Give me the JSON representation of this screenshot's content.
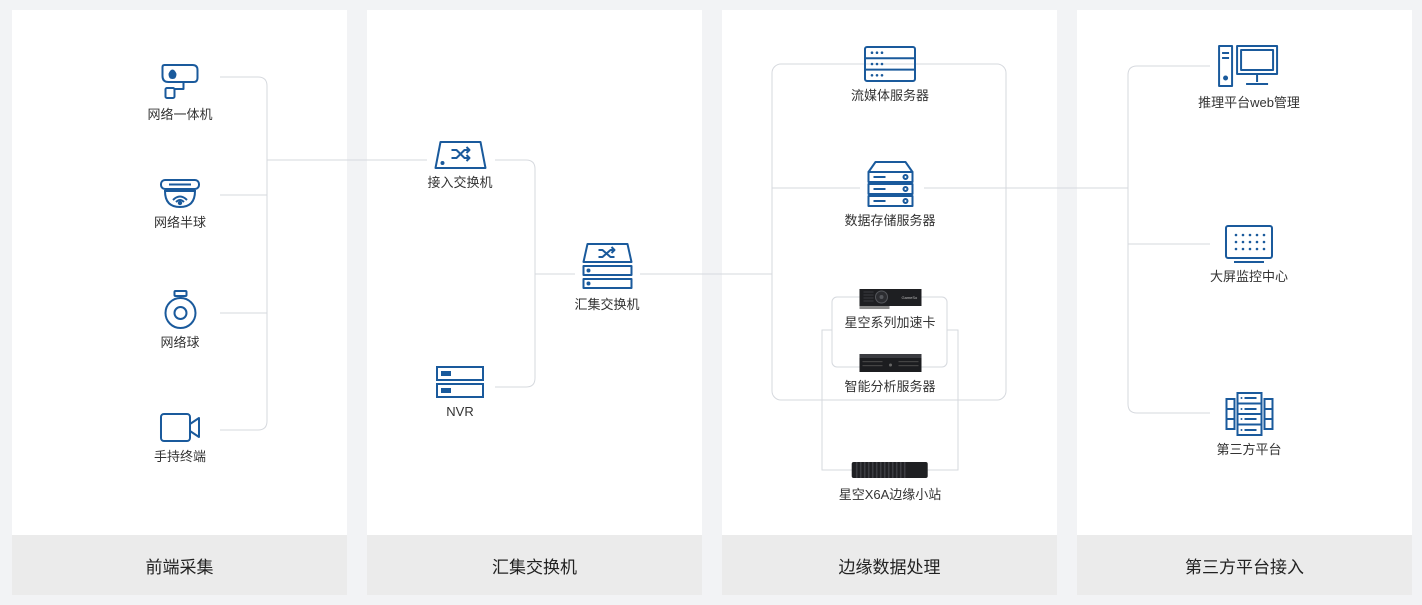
{
  "columns": [
    {
      "title": "前端采集"
    },
    {
      "title": "汇集交换机"
    },
    {
      "title": "边缘数据处理"
    },
    {
      "title": "第三方平台接入"
    }
  ],
  "front": {
    "bullet_camera": "网络一体机",
    "dome_camera": "网络半球",
    "ball_camera": "网络球",
    "handheld": "手持终端"
  },
  "switch": {
    "access_switch": "接入交换机",
    "nvr": "NVR",
    "aggregation_switch": "汇集交换机"
  },
  "edge": {
    "media_server": "流媒体服务器",
    "storage_server": "数据存储服务器",
    "accel_card": "星空系列加速卡",
    "analysis_server": "智能分析服务器",
    "edge_station": "星空X6A边缘小站",
    "card_brand": "GameSo"
  },
  "third": {
    "web_mgmt": "推理平台web管理",
    "big_screen": "大屏监控中心",
    "third_party": "第三方平台"
  },
  "colors": {
    "icon": "#1a5a9c",
    "line": "#d6d9de",
    "footer_bg": "#ebebeb"
  }
}
